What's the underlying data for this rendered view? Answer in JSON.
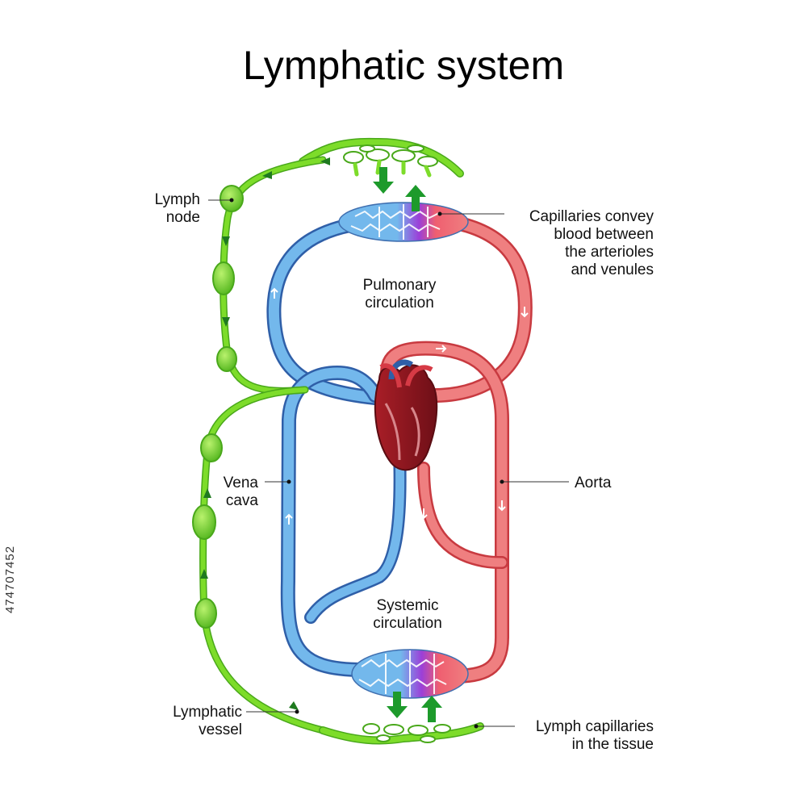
{
  "title": "Lymphatic system",
  "labels": {
    "lymph_node": [
      "Lymph",
      "node"
    ],
    "capillaries": [
      "Capillaries convey",
      "blood between",
      "the arterioles",
      "and venules"
    ],
    "pulmonary": [
      "Pulmonary",
      "circulation"
    ],
    "vena_cava": [
      "Vena",
      "cava"
    ],
    "aorta": "Aorta",
    "systemic": [
      "Systemic",
      "circulation"
    ],
    "lymphatic_vessel": [
      "Lymphatic",
      "vessel"
    ],
    "lymph_capillaries": [
      "Lymph capillaries",
      "in the tissue"
    ]
  },
  "stock_id": "474707452",
  "colors": {
    "lymph": "#7ddc2a",
    "lymph_dark": "#49a81a",
    "vein": "#73b8ec",
    "vein_dark": "#2f5fa8",
    "artery": "#ef7f80",
    "artery_dark": "#c83a40",
    "capillary_mix": "#9b3fd8",
    "arrow": "#1d9a2b"
  }
}
